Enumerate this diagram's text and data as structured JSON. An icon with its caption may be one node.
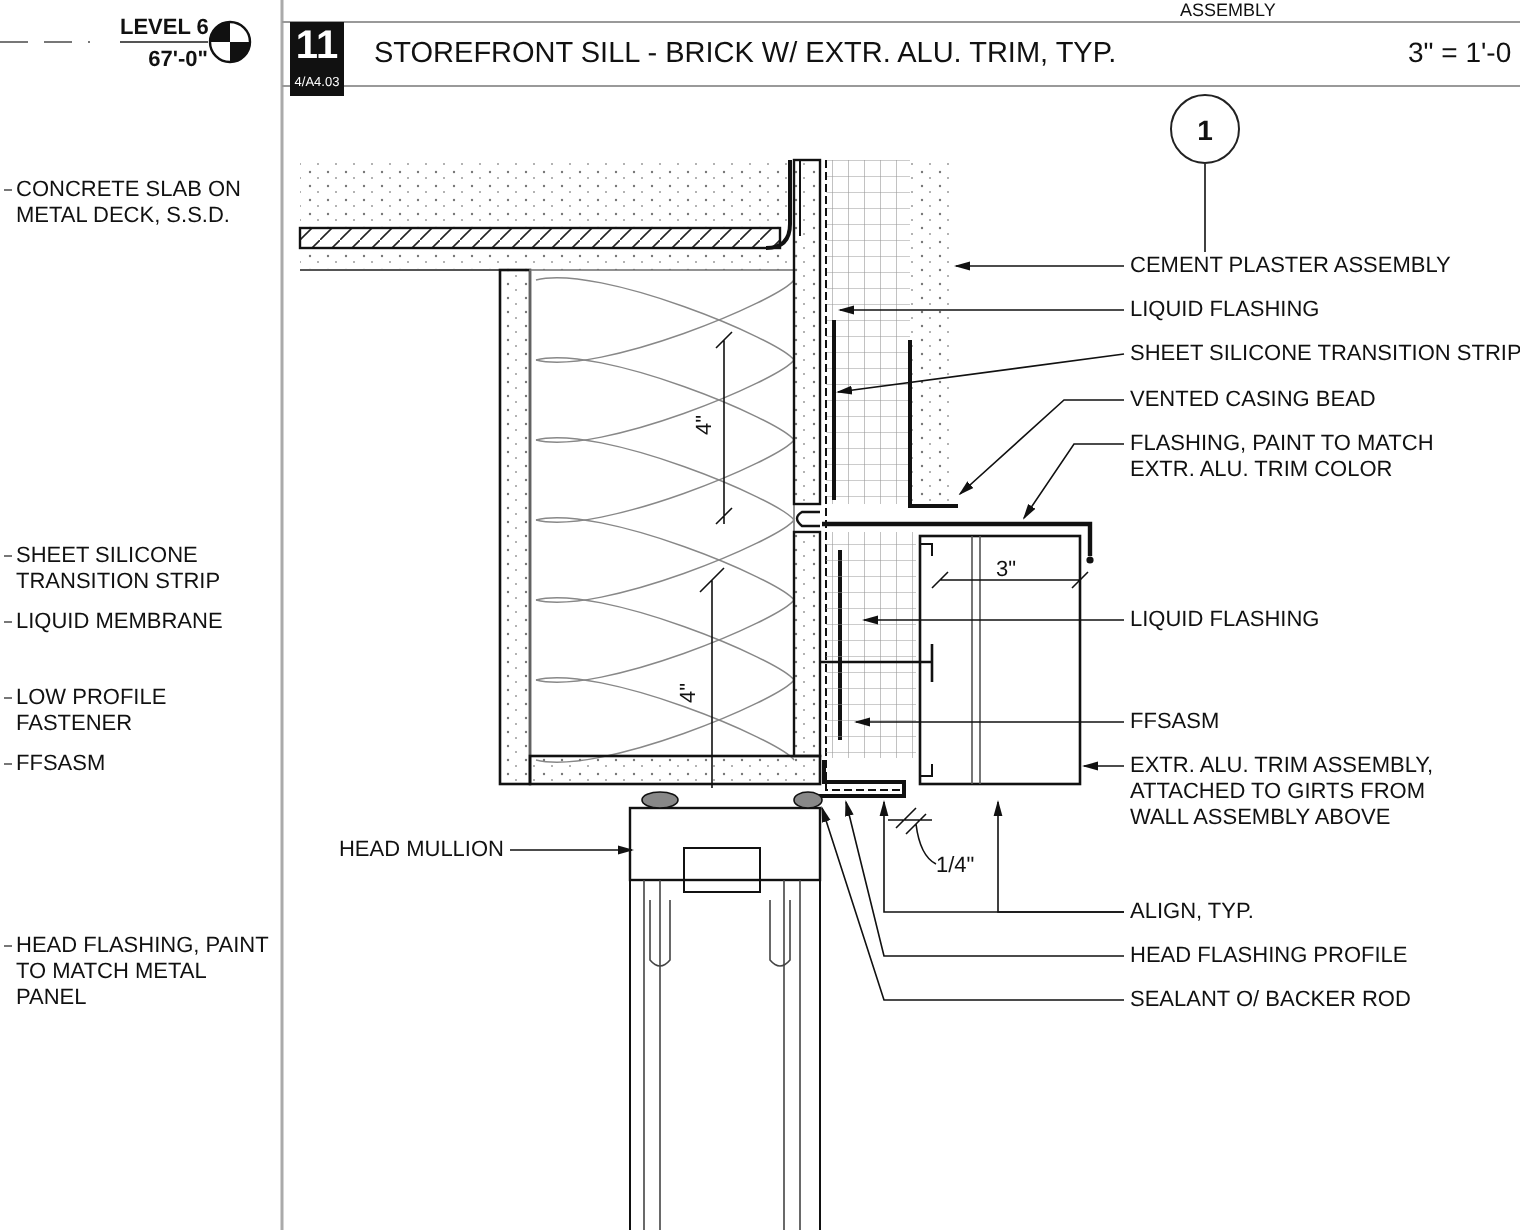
{
  "diagram": {
    "title": "STOREFRONT SILL - BRICK W/ EXTR. ALU. TRIM, TYP.",
    "nodes": [
      {
        "text": [
          "1"
        ]
      },
      {
        "text": [
          "CEMENT PLASTER ASSEMBLY"
        ]
      },
      {
        "text": [
          "LIQUID FLASHING"
        ]
      },
      {
        "text": [
          "SHEET SILICONE TRANSITION STRIP"
        ]
      },
      {
        "text": [
          "VENTED CASING BEAD"
        ]
      },
      {
        "text": [
          "FLASHING, PAINT TO MATCH EXTR. ALU. TRIM COLOR"
        ]
      },
      {
        "text": [
          "LIQUID FLASHING"
        ]
      },
      {
        "text": [
          "FFSASM"
        ]
      },
      {
        "text": [
          "EXTR. ALU. TRIM ASSEMBLY, ATTACHED TO GIRTS FROM WALL ASSEMBLY ABOVE"
        ]
      },
      {
        "text": [
          "ALIGN, TYP."
        ]
      },
      {
        "text": [
          "HEAD FLASHING PROFILE"
        ]
      },
      {
        "text": [
          "SEALANT O/ BACKER ROD"
        ]
      },
      {
        "text": [
          "HEAD MULLION"
        ]
      }
    ],
    "edges": [
      {
        "from": 0,
        "to": 1,
        "arrow": "none"
      },
      {
        "from": 1,
        "to": null,
        "arrow": "to"
      },
      {
        "from": 2,
        "to": null,
        "arrow": "to"
      },
      {
        "from": 3,
        "to": null,
        "arrow": "to"
      },
      {
        "from": 4,
        "to": null,
        "arrow": "to"
      },
      {
        "from": 5,
        "to": null,
        "arrow": "to"
      },
      {
        "from": 6,
        "to": null,
        "arrow": "to"
      },
      {
        "from": 7,
        "to": null,
        "arrow": "to"
      },
      {
        "from": 8,
        "to": null,
        "arrow": "to"
      },
      {
        "from": 9,
        "to": null,
        "arrow": "to"
      },
      {
        "from": 9,
        "to": null,
        "arrow": "to"
      },
      {
        "from": 10,
        "to": null,
        "arrow": "to"
      },
      {
        "from": 11,
        "to": null,
        "arrow": "to"
      },
      {
        "from": 12,
        "to": null,
        "arrow": "to"
      }
    ],
    "labels": [
      "ASSEMBLY",
      "LEVEL 6",
      "67'-0\"",
      "11",
      "4/A4.03",
      "3\" = 1'-0",
      "CONCRETE SLAB ON METAL DECK, S.S.D.",
      "SHEET SILICONE TRANSITION STRIP",
      "LIQUID MEMBRANE",
      "LOW PROFILE FASTENER",
      "FFSASM",
      "HEAD FLASHING, PAINT TO MATCH METAL PANEL",
      "4\"",
      "4\"",
      "3\"",
      "1/4\""
    ]
  }
}
